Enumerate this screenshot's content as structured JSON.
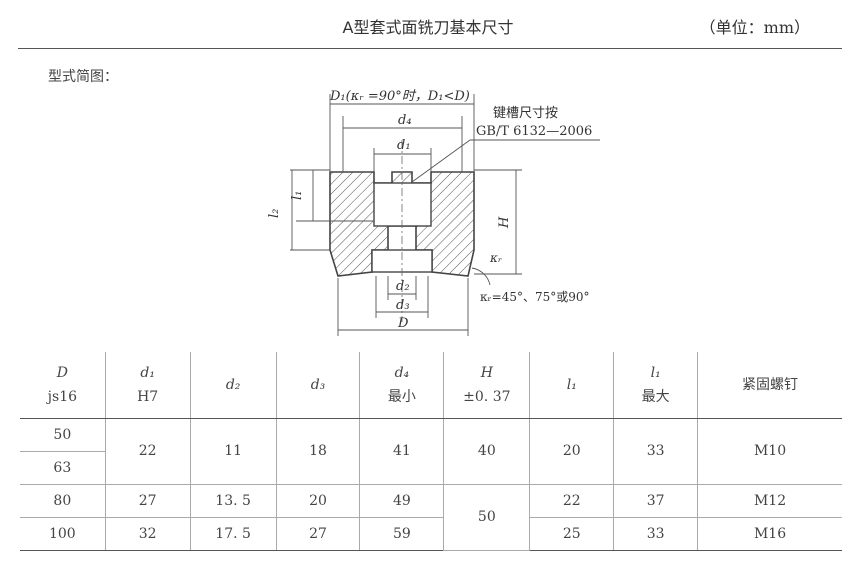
{
  "header": {
    "title": "A型套式面铣刀基本尺寸",
    "unit": "（单位：mm）"
  },
  "caption": "型式简图：",
  "drawing": {
    "label_D1": "D₁(κᵣ =90°时，D₁<D)",
    "label_d4": "d₄",
    "label_d1": "d₁",
    "label_d2": "d₂",
    "label_d3": "d₃",
    "label_D": "D",
    "label_l1": "l₁",
    "label_l2": "l₂",
    "label_H": "H",
    "label_kr": "κᵣ",
    "note_line1": "键槽尺寸按",
    "note_line2": "GB/T 6132—2006",
    "angle_note": "κᵣ=45°、75°或90°"
  },
  "table": {
    "headers": [
      {
        "top": "D",
        "bottom": "js16"
      },
      {
        "top": "d₁",
        "bottom": "H7"
      },
      {
        "top": "d₂",
        "bottom": ""
      },
      {
        "top": "d₃",
        "bottom": ""
      },
      {
        "top": "d₄",
        "bottom": "最小"
      },
      {
        "top": "H",
        "bottom": "±0. 37"
      },
      {
        "top": "l₁",
        "bottom": ""
      },
      {
        "top": "l₁",
        "bottom": "最大"
      },
      {
        "top": "紧固螺钉",
        "bottom": ""
      }
    ],
    "rows": {
      "r1": {
        "D_a": "50",
        "D_b": "63",
        "d1": "22",
        "d2": "11",
        "d3": "18",
        "d4": "41",
        "H": "40",
        "l1": "20",
        "l1max": "33",
        "screw": "M10"
      },
      "r2": {
        "D": "80",
        "d1": "27",
        "d2": "13. 5",
        "d3": "20",
        "d4": "49",
        "H": "50",
        "l1": "22",
        "l1max": "37",
        "screw": "M12"
      },
      "r3": {
        "D": "100",
        "d1": "32",
        "d2": "17. 5",
        "d3": "27",
        "d4": "59",
        "l1": "25",
        "l1max": "33",
        "screw": "M16"
      }
    }
  }
}
